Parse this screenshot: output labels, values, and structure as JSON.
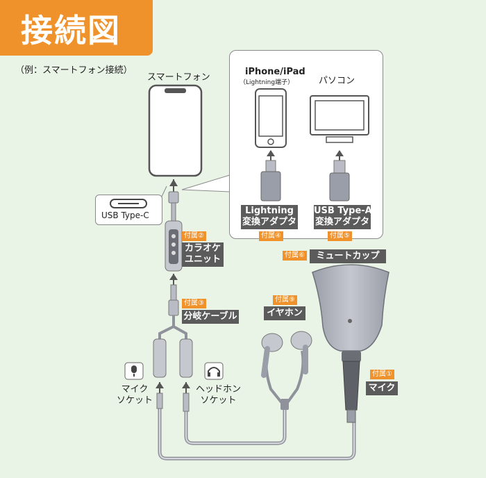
{
  "title": "接続図",
  "subtitle": "（例：スマートフォン接続）",
  "labels": {
    "smartphone": "スマートフォン",
    "iphone_ipad": "iPhone/iPad",
    "lightning_port": "（Lightning端子）",
    "pc": "パソコン",
    "usb_type_c": "USB Type-C",
    "lightning_adapter_1": "Lightning",
    "lightning_adapter_2": "変換アダプタ",
    "usba_adapter_1": "USB Type-A",
    "usba_adapter_2": "変換アダプタ",
    "karaoke_unit_1": "カラオケ",
    "karaoke_unit_2": "ユニット",
    "split_cable": "分岐ケーブル",
    "mute_cup": "ミュートカップ",
    "earphone": "イヤホン",
    "mic": "マイク",
    "mic_socket_1": "マイク",
    "mic_socket_2": "ソケット",
    "hp_socket_1": "ヘッドホン",
    "hp_socket_2": "ソケット"
  },
  "accessories": {
    "karaoke_unit": "付属②",
    "split_cable": "付属③",
    "lightning_adapter": "付属④",
    "usba_adapter": "付属⑤",
    "mute_cup": "付属⑥",
    "earphone": "付属⑨",
    "mic": "付属①"
  },
  "colors": {
    "background": "#e9f3e6",
    "title_bg": "#f0922b",
    "badge_bg": "#f0922b",
    "label_bg": "#5b5b5b",
    "device_gray": "#b9bcc4"
  },
  "icons": [
    "arrow-up-icon",
    "mic-icon",
    "headphone-icon"
  ]
}
